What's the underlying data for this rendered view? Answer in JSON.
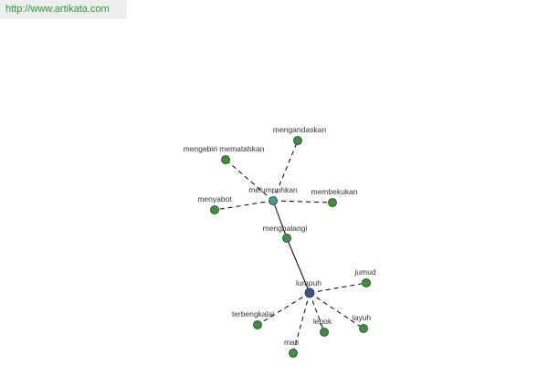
{
  "banner": {
    "text": "http://www.artikata.com"
  },
  "colors": {
    "leaf_node": "#3f8f3f",
    "hub_node_primary": "#3e4f9a",
    "hub_node_secondary": "#4a9a9a",
    "node_outline": "#1f3f1f",
    "edge": "#000000",
    "label": "#333333"
  },
  "graph": {
    "nodes": [
      {
        "id": "lumpuh",
        "label": "lumpuh",
        "kind": "root"
      },
      {
        "id": "melumpuhkan",
        "label": "melumpuhkan",
        "kind": "hub"
      },
      {
        "id": "menghalangi",
        "label": "menghalangi",
        "kind": "leaf"
      },
      {
        "id": "mengandaskan",
        "label": "mengandaskan",
        "kind": "leaf"
      },
      {
        "id": "mengebiri",
        "label": "mengebiri mematahkan",
        "kind": "leaf"
      },
      {
        "id": "menyabot",
        "label": "menyabot",
        "kind": "leaf"
      },
      {
        "id": "membekukan",
        "label": "membekukan",
        "kind": "leaf"
      },
      {
        "id": "jumud",
        "label": "jumud",
        "kind": "leaf"
      },
      {
        "id": "layuh",
        "label": "layuh",
        "kind": "leaf"
      },
      {
        "id": "lepok",
        "label": "lepok",
        "kind": "leaf"
      },
      {
        "id": "mati",
        "label": "mati",
        "kind": "leaf"
      },
      {
        "id": "terbengkalai",
        "label": "terbengkalai",
        "kind": "leaf"
      }
    ],
    "edges": [
      {
        "from": "lumpuh",
        "to": "menghalangi",
        "style": "solid"
      },
      {
        "from": "menghalangi",
        "to": "melumpuhkan",
        "style": "solid"
      },
      {
        "from": "melumpuhkan",
        "to": "mengandaskan",
        "style": "dashed"
      },
      {
        "from": "melumpuhkan",
        "to": "mengebiri",
        "style": "dashed"
      },
      {
        "from": "melumpuhkan",
        "to": "menyabot",
        "style": "dashed"
      },
      {
        "from": "melumpuhkan",
        "to": "membekukan",
        "style": "dashed"
      },
      {
        "from": "lumpuh",
        "to": "jumud",
        "style": "dashed"
      },
      {
        "from": "lumpuh",
        "to": "layuh",
        "style": "dashed"
      },
      {
        "from": "lumpuh",
        "to": "lepok",
        "style": "dashed"
      },
      {
        "from": "lumpuh",
        "to": "mati",
        "style": "dashed"
      },
      {
        "from": "lumpuh",
        "to": "terbengkalai",
        "style": "dashed"
      }
    ]
  }
}
